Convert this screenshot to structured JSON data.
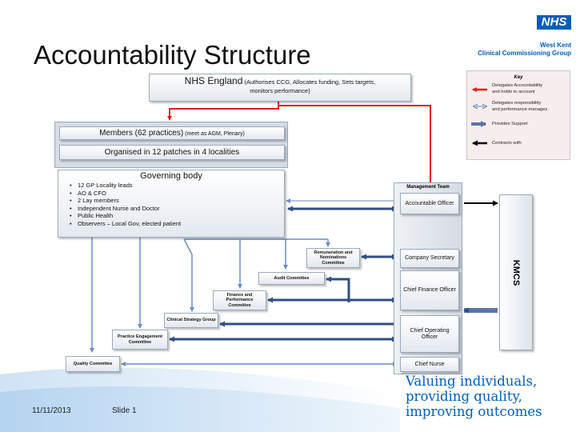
{
  "slide": {
    "title": "Accountability Structure",
    "footer_date": "11/11/2013",
    "footer_slide": "Slide 1"
  },
  "branding": {
    "logo_text": "NHS",
    "org_line1": "West Kent",
    "org_line2": "Clinical Commissioning Group",
    "tagline_line1": "Valuing individuals,",
    "tagline_line2": "providing quality,",
    "tagline_line3": "improving outcomes",
    "brand_color": "#005eb8"
  },
  "nodes": {
    "nhs_england_title": "NHS England",
    "nhs_england_detail_1": "(Authorises CCG, Allocates funding, Sets targets,",
    "nhs_england_detail_2": "monitors performance)",
    "members_title": "Members (62 practices)",
    "members_detail": "(meet as AGM, Plenary)",
    "patches": "Organised in 12 patches in 4 localities",
    "governing_body_title": "Governing body",
    "governing_body_items": [
      "12 GP Locality leads",
      "AO & CFO",
      "2 Lay members",
      "Independent Nurse and Doctor",
      "Public Health",
      "Observers – Local Gov, elected patient"
    ],
    "remuneration": "Remuneration and Nominations Committee",
    "audit": "Audit Committee",
    "finance_performance": "Finance and Performance Committee",
    "clinical_strategy": "Clinical Strategy Group",
    "practice_engagement": "Practice Engagement Committee",
    "quality": "Quality Committee",
    "management_team": "Management Team",
    "accountable_officer": "Accountable Officer",
    "company_secretary": "Company Secretary",
    "chief_finance_officer": "Chief Finance Officer",
    "chief_operating_officer": "Chief Operating Officer",
    "chief_nurse": "Chief Nurse",
    "kmcs": "KMCS"
  },
  "key": {
    "title": "Key",
    "items": [
      {
        "label_1": "Delegates Accountability",
        "label_2": "and holds to account",
        "color": "#e01b1b",
        "icon": "red-arrow-left"
      },
      {
        "label_1": "Delegates responsibility",
        "label_2": "and performance manages",
        "color": "#6c8ebf",
        "icon": "double-arrow"
      },
      {
        "label_1": "Provides Support",
        "label_2": "",
        "color": "#5b74a8",
        "icon": "thick-blue-arrow"
      },
      {
        "label_1": "Contracts with",
        "label_2": "",
        "color": "#000000",
        "icon": "black-arrow-left"
      }
    ]
  },
  "colors": {
    "accountability": "#e01b1b",
    "responsibility": "#6c8ebf",
    "support": "#2f4f82",
    "contract": "#000000"
  }
}
